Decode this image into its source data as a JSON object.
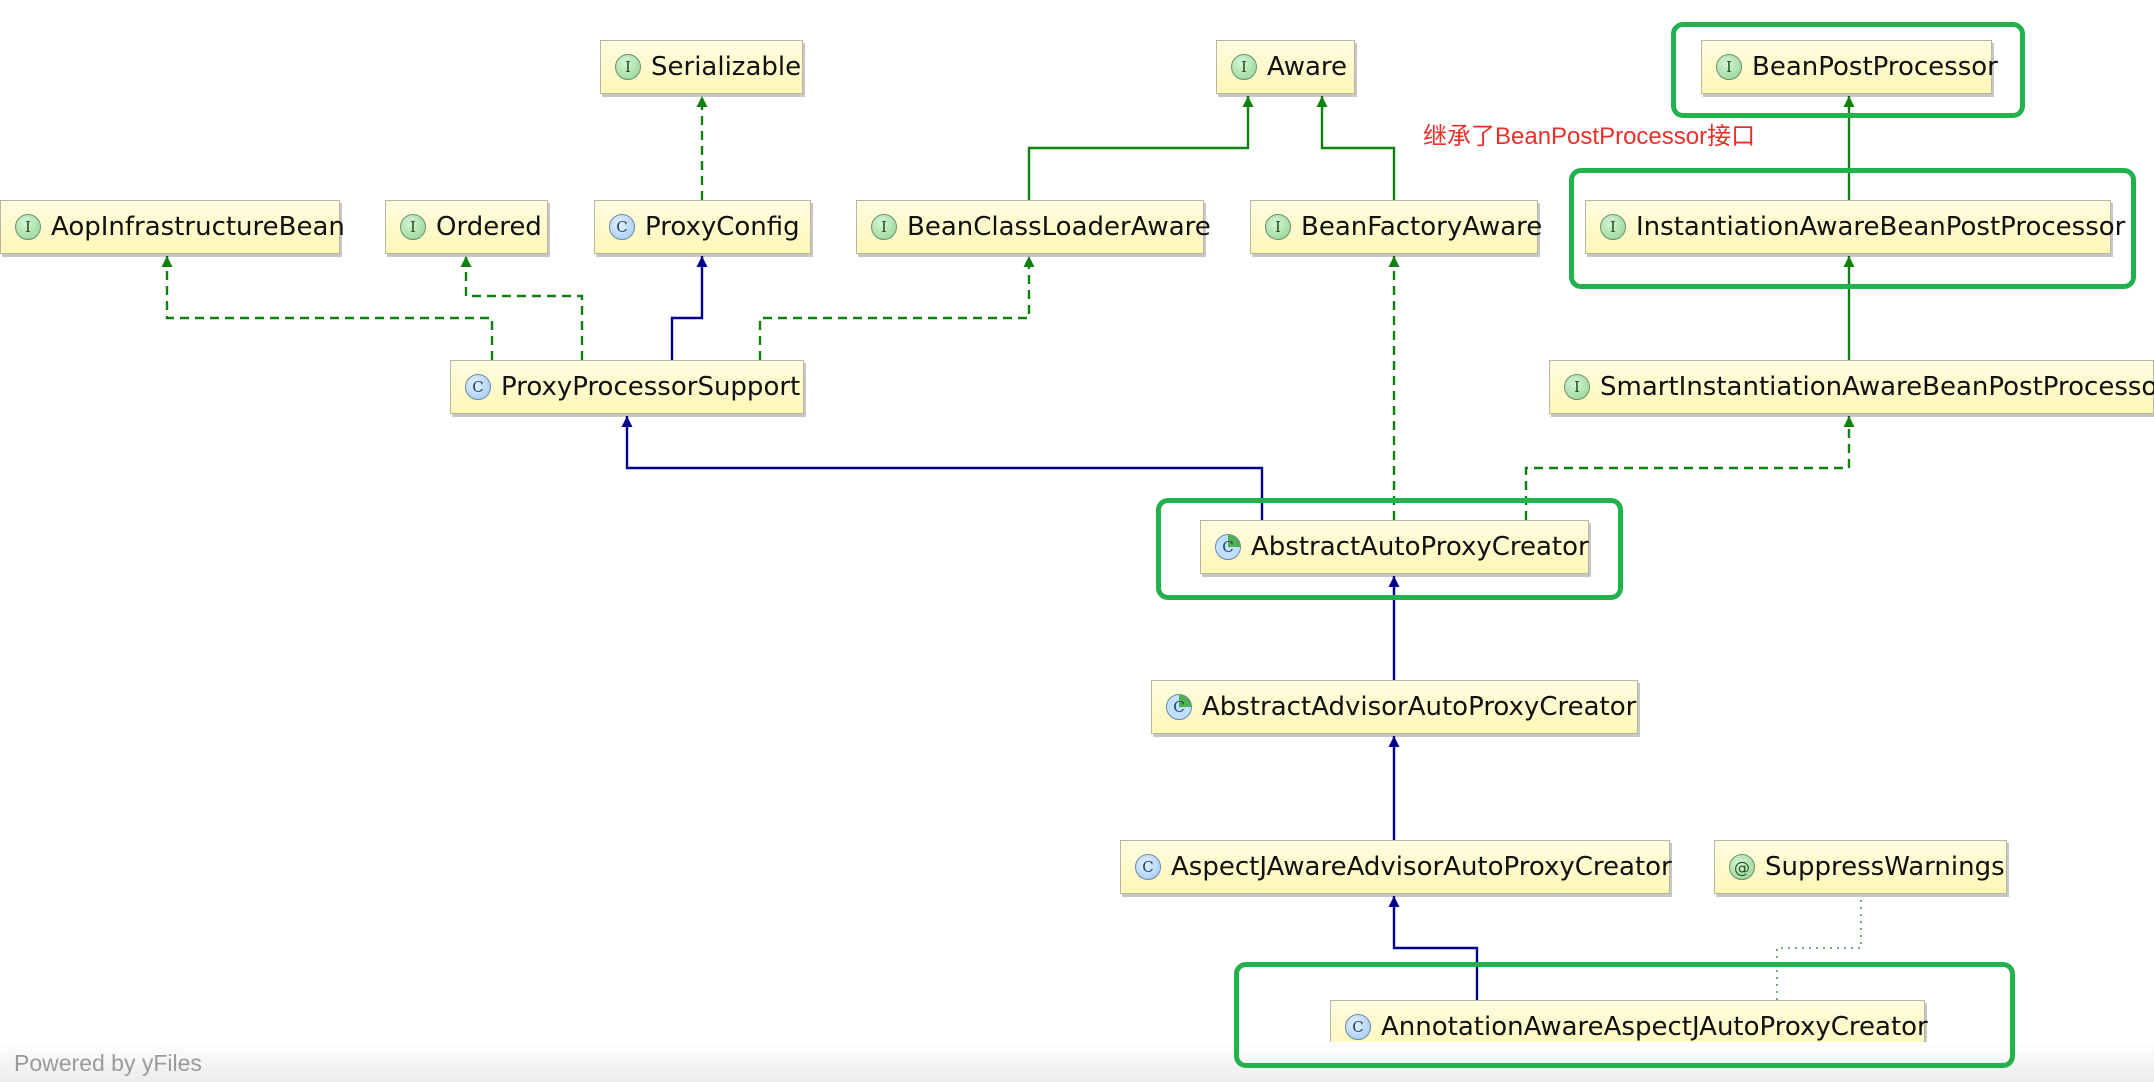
{
  "nodes": [
    {
      "id": "serializable",
      "label": "Serializable",
      "kind": "interface",
      "badge": "I"
    },
    {
      "id": "aware",
      "label": "Aware",
      "kind": "interface",
      "badge": "I"
    },
    {
      "id": "beanpostprocessor",
      "label": "BeanPostProcessor",
      "kind": "interface",
      "badge": "I"
    },
    {
      "id": "aopinfra",
      "label": "AopInfrastructureBean",
      "kind": "interface",
      "badge": "I"
    },
    {
      "id": "ordered",
      "label": "Ordered",
      "kind": "interface",
      "badge": "I"
    },
    {
      "id": "proxyconfig",
      "label": "ProxyConfig",
      "kind": "class",
      "badge": "C"
    },
    {
      "id": "beanclassloaderaware",
      "label": "BeanClassLoaderAware",
      "kind": "interface",
      "badge": "I"
    },
    {
      "id": "beanfactoryaware",
      "label": "BeanFactoryAware",
      "kind": "interface",
      "badge": "I"
    },
    {
      "id": "iabpp",
      "label": "InstantiationAwareBeanPostProcessor",
      "kind": "interface",
      "badge": "I"
    },
    {
      "id": "proxyprocessorsupport",
      "label": "ProxyProcessorSupport",
      "kind": "class",
      "badge": "C"
    },
    {
      "id": "siabpp",
      "label": "SmartInstantiationAwareBeanPostProcessor",
      "kind": "interface",
      "badge": "I"
    },
    {
      "id": "abstractautoproxycreator",
      "label": "AbstractAutoProxyCreator",
      "kind": "abstract",
      "badge": "C"
    },
    {
      "id": "abstractadvisorautoproxycreator",
      "label": "AbstractAdvisorAutoProxyCreator",
      "kind": "abstract",
      "badge": "C"
    },
    {
      "id": "aspectjaware",
      "label": "AspectJAwareAdvisorAutoProxyCreator",
      "kind": "class",
      "badge": "C"
    },
    {
      "id": "suppresswarnings",
      "label": "SuppressWarnings",
      "kind": "annotation",
      "badge": "@"
    },
    {
      "id": "annotationaware",
      "label": "AnnotationAwareAspectJAutoProxyCreator",
      "kind": "class",
      "badge": "C"
    }
  ],
  "edges": [
    {
      "from": "proxyconfig",
      "to": "serializable",
      "type": "implements"
    },
    {
      "from": "beanclassloaderaware",
      "to": "aware",
      "type": "extends-interface"
    },
    {
      "from": "beanfactoryaware",
      "to": "aware",
      "type": "extends-interface"
    },
    {
      "from": "iabpp",
      "to": "beanpostprocessor",
      "type": "extends-interface"
    },
    {
      "from": "siabpp",
      "to": "iabpp",
      "type": "extends-interface"
    },
    {
      "from": "proxyprocessorsupport",
      "to": "aopinfra",
      "type": "implements"
    },
    {
      "from": "proxyprocessorsupport",
      "to": "ordered",
      "type": "implements"
    },
    {
      "from": "proxyprocessorsupport",
      "to": "proxyconfig",
      "type": "extends"
    },
    {
      "from": "proxyprocessorsupport",
      "to": "beanclassloaderaware",
      "type": "implements"
    },
    {
      "from": "abstractautoproxycreator",
      "to": "proxyprocessorsupport",
      "type": "extends"
    },
    {
      "from": "abstractautoproxycreator",
      "to": "beanfactoryaware",
      "type": "implements"
    },
    {
      "from": "abstractautoproxycreator",
      "to": "siabpp",
      "type": "implements"
    },
    {
      "from": "abstractadvisorautoproxycreator",
      "to": "abstractautoproxycreator",
      "type": "extends"
    },
    {
      "from": "aspectjaware",
      "to": "abstractadvisorautoproxycreator",
      "type": "extends"
    },
    {
      "from": "annotationaware",
      "to": "aspectjaware",
      "type": "extends"
    },
    {
      "from": "annotationaware",
      "to": "suppresswarnings",
      "type": "annotated-with"
    }
  ],
  "highlighted": [
    "beanpostprocessor",
    "iabpp",
    "abstractautoproxycreator",
    "annotationaware"
  ],
  "annotation_text": "继承了BeanPostProcessor接口",
  "footer_text": "Powered by yFiles",
  "colors": {
    "extends": "#00008b",
    "implements": "#108010",
    "highlight": "#22b14c",
    "annotation": "#e8302a"
  }
}
